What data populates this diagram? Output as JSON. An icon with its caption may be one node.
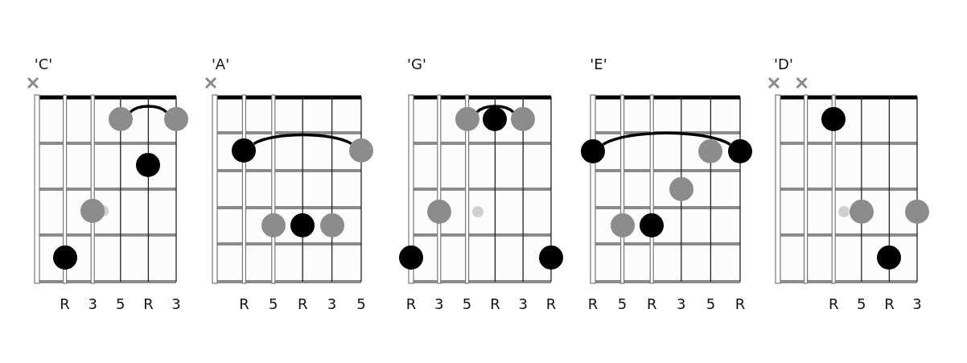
{
  "diagram": {
    "nodes": [
      {
        "text": [],
        "shape": "circle"
      },
      {
        "text": [],
        "shape": "circle"
      },
      {
        "text": [],
        "shape": "circle"
      },
      {
        "text": [],
        "shape": "circle"
      },
      {
        "text": [],
        "shape": "circle"
      },
      {
        "text": [],
        "shape": "circle"
      },
      {
        "text": [],
        "shape": "circle"
      },
      {
        "text": [],
        "shape": "circle"
      },
      {
        "text": [],
        "shape": "circle"
      },
      {
        "text": [],
        "shape": "circle"
      },
      {
        "text": [],
        "shape": "circle"
      },
      {
        "text": [],
        "shape": "circle"
      },
      {
        "text": [],
        "shape": "circle"
      },
      {
        "text": [],
        "shape": "circle"
      },
      {
        "text": [],
        "shape": "circle"
      },
      {
        "text": [],
        "shape": "circle"
      },
      {
        "text": [],
        "shape": "circle"
      },
      {
        "text": [],
        "shape": "circle"
      },
      {
        "text": [],
        "shape": "circle"
      },
      {
        "text": [],
        "shape": "circle"
      },
      {
        "text": [],
        "shape": "circle"
      },
      {
        "text": [],
        "shape": "circle"
      },
      {
        "text": [],
        "shape": "circle"
      },
      {
        "text": [],
        "shape": "circle"
      },
      {
        "text": [],
        "shape": "circle"
      },
      {
        "text": [],
        "shape": "circle"
      }
    ],
    "edges": [
      {
        "from": 0,
        "to": 1,
        "arrow": "none"
      },
      {
        "from": 5,
        "to": 6,
        "arrow": "none"
      },
      {
        "from": 10,
        "to": 12,
        "arrow": "none"
      },
      {
        "from": 16,
        "to": 18,
        "arrow": "none"
      }
    ],
    "labels": [
      "'C'",
      "'A'",
      "'G'",
      "'E'",
      "'D'",
      "R",
      "3",
      "5",
      "R",
      "3",
      "R",
      "5",
      "R",
      "3",
      "5",
      "R",
      "3",
      "5",
      "R",
      "3",
      "R",
      "R",
      "5",
      "R",
      "3",
      "5",
      "R",
      "R",
      "5",
      "R",
      "3"
    ]
  }
}
